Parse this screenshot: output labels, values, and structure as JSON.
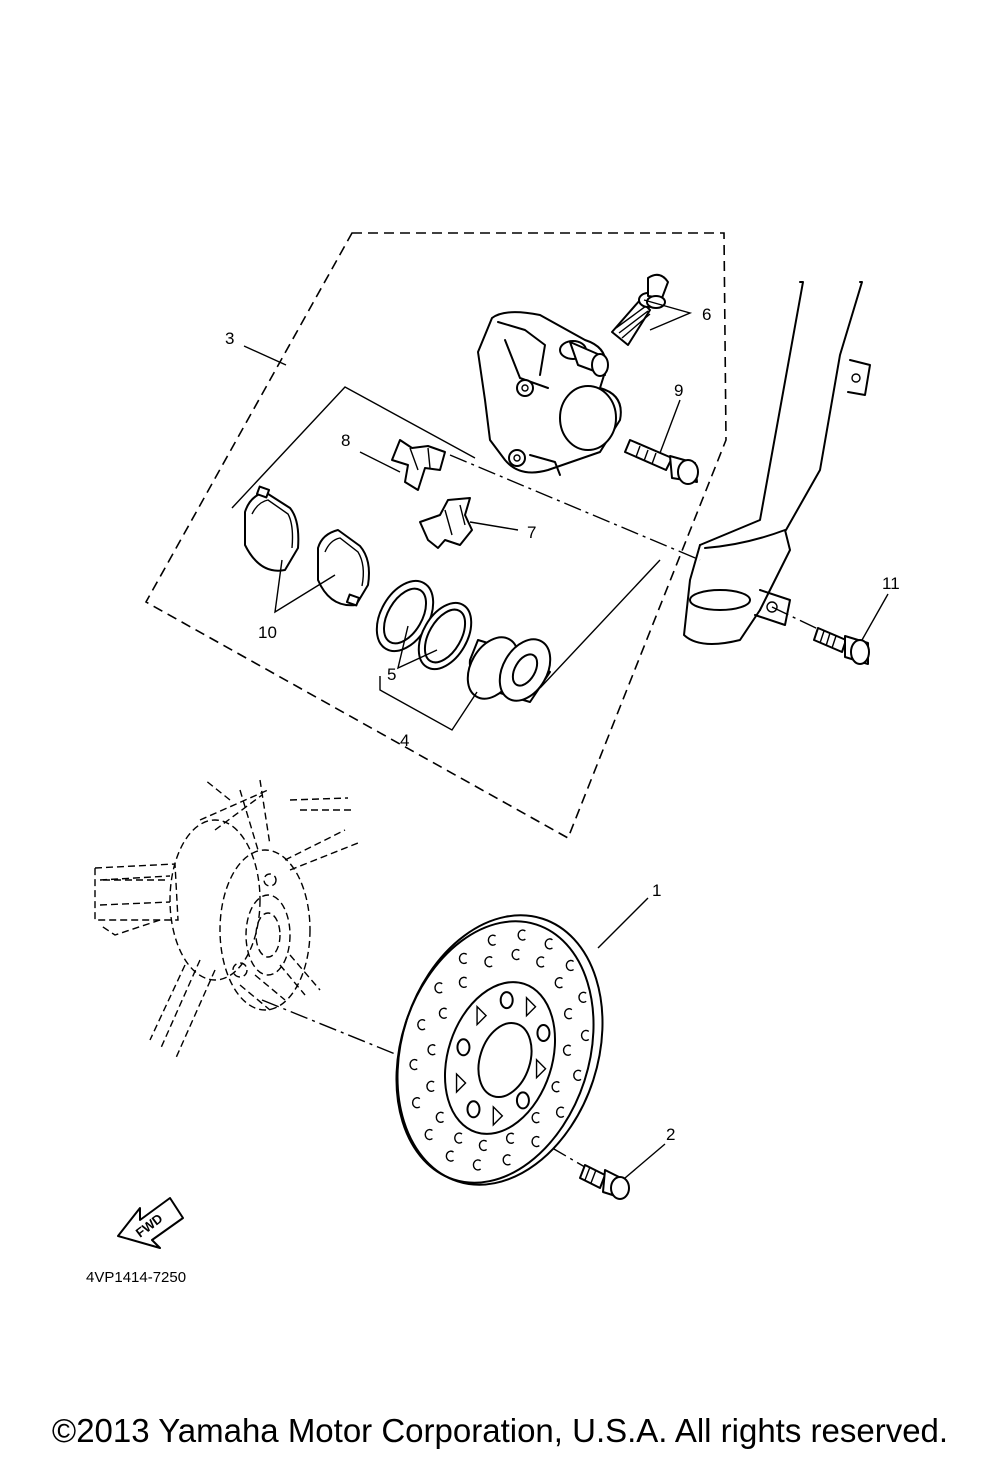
{
  "diagram": {
    "drawing_code": "4VP1414-7250",
    "copyright": "©2013 Yamaha Motor Corporation, U.S.A. All rights reserved.",
    "fwd_label": "FWD",
    "callouts": [
      {
        "id": "1",
        "label": "1"
      },
      {
        "id": "2",
        "label": "2"
      },
      {
        "id": "3",
        "label": "3"
      },
      {
        "id": "4",
        "label": "4"
      },
      {
        "id": "5",
        "label": "5"
      },
      {
        "id": "6",
        "label": "6"
      },
      {
        "id": "7",
        "label": "7"
      },
      {
        "id": "8",
        "label": "8"
      },
      {
        "id": "9",
        "label": "9"
      },
      {
        "id": "10",
        "label": "10"
      },
      {
        "id": "11",
        "label": "11"
      }
    ]
  }
}
